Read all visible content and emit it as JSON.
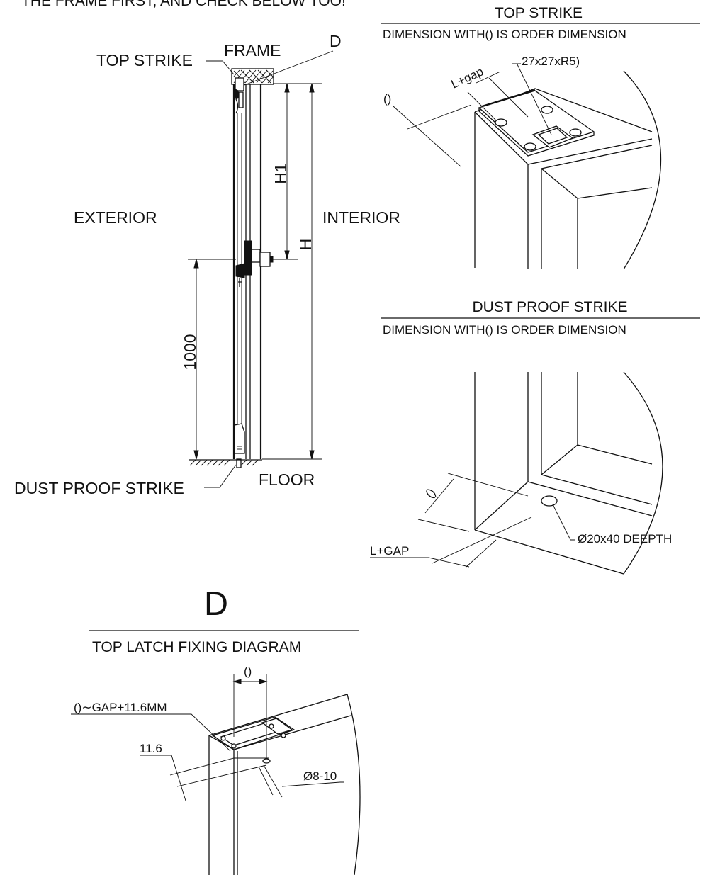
{
  "top_cut_text": "THE FRAME FIRST, AND CHECK BELOW TOO!",
  "elevation": {
    "top_strike": "TOP STRIKE",
    "frame": "FRAME",
    "detail_ref": "D",
    "h1": "H1",
    "h": "H",
    "exterior": "EXTERIOR",
    "interior": "INTERIOR",
    "height_1000": "1000",
    "dust_proof_strike": "DUST PROOF STRIKE",
    "floor": "FLOOR"
  },
  "top_strike_detail": {
    "title": "TOP STRIKE",
    "subtitle": "DIMENSION WITH() IS ORDER DIMENSION",
    "plate": "27x27xR5)",
    "gap": "L+gap",
    "paren": "()"
  },
  "dust_proof_detail": {
    "title": "DUST PROOF STRIKE",
    "subtitle": "DIMENSION WITH() IS ORDER DIMENSION",
    "paren": "()",
    "gap": "L+GAP",
    "hole": "Ø20x40 DEEPTH"
  },
  "latch_diagram": {
    "header": "D",
    "title": "TOP LATCH FIXING  DIAGRAM",
    "paren": "()",
    "gap_formula": "()∼GAP+11.6MM",
    "offset": "11.6",
    "hole": "Ø8-10"
  }
}
